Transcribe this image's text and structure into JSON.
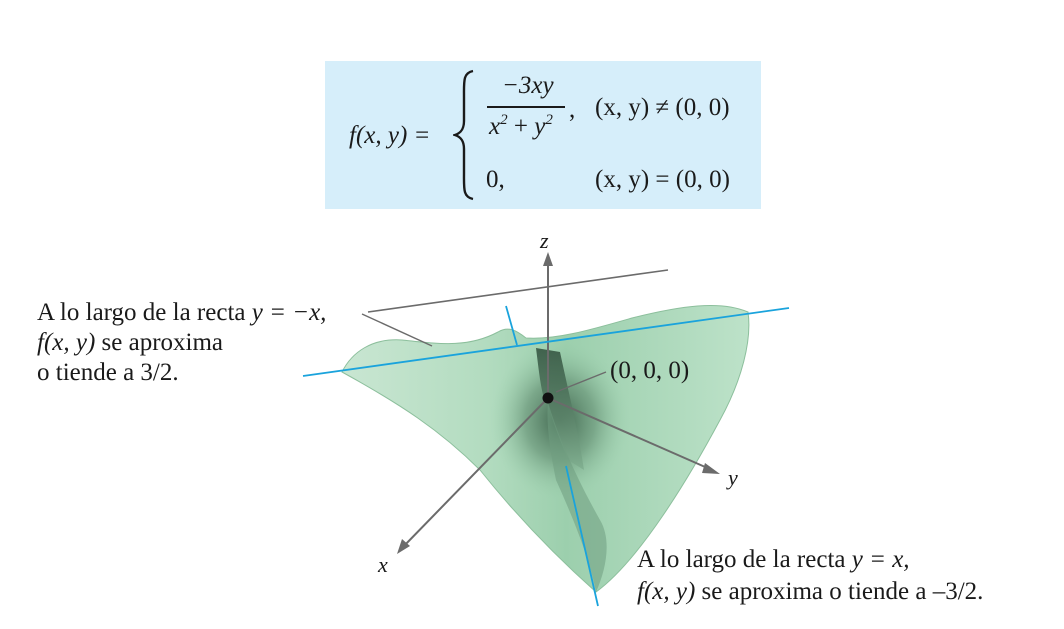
{
  "formula": {
    "lhs": "f(x, y) =",
    "numerator": "−3xy",
    "denominator_x": "x",
    "denominator_plus": "+",
    "denominator_y": "y",
    "exponent": "2",
    "comma": ",",
    "condition_1": "(x, y) ≠ (0, 0)",
    "value_2": "0,",
    "condition_2": "(x, y) = (0, 0)"
  },
  "labels": {
    "left_line1_text": "A lo largo de la recta ",
    "left_line1_eq": "y = −x,",
    "left_line2_f": "f(x, y)",
    "left_line2_rest": " se aproxima",
    "left_line3": "o tiende a 3/2.",
    "right_line1_text": "A lo largo de la recta ",
    "right_line1_eq": "y = x,",
    "right_line2_f": "f(x, y)",
    "right_line2_rest": " se aproxima o tiende a –3/2.",
    "origin": "(0, 0, 0)"
  },
  "axes": {
    "x": "x",
    "y": "y",
    "z": "z"
  },
  "colors": {
    "formula_background": "#d6eefa",
    "surface_light": "#cfe9d6",
    "surface_mid": "#a9d6b8",
    "surface_dark": "#2c4a37",
    "trace_line": "#1aa3dc",
    "axis": "#6b6b6b"
  }
}
